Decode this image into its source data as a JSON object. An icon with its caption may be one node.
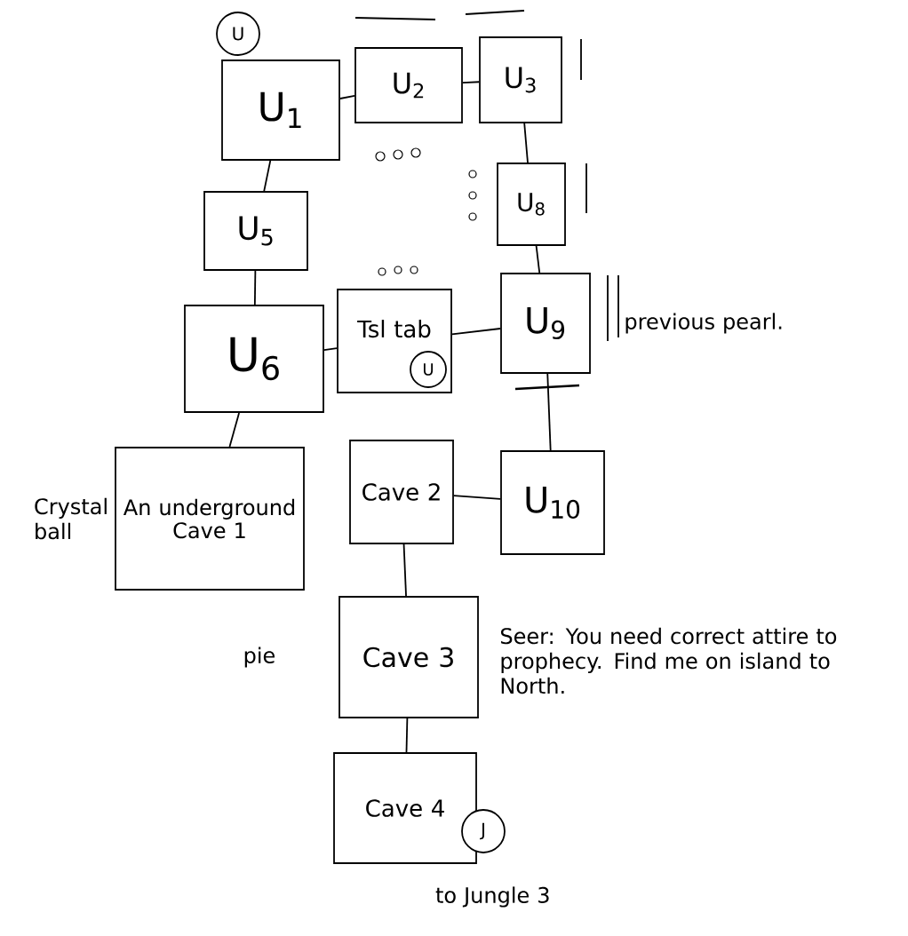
{
  "diagram": {
    "nodes": [
      {
        "text": [
          "U$_{1}$"
        ]
      },
      {
        "text": [
          "U$_{2}$"
        ]
      },
      {
        "text": [
          "U$_{3}$"
        ]
      },
      {
        "text": [
          "U$_{5}$"
        ]
      },
      {
        "text": [
          "U$_{8}$"
        ]
      },
      {
        "text": [
          "U$_{6}$"
        ]
      },
      {
        "text": [
          "Tsl tab"
        ]
      },
      {
        "text": [
          "U$_{9}$"
        ],
        "beside": [
          "previous pearl."
        ]
      },
      {
        "text": [
          "An underground Cave 1"
        ],
        "beside": [
          "Crystal ball"
        ]
      },
      {
        "text": [
          "Cave 2"
        ]
      },
      {
        "text": [
          "U$_{10}$"
        ]
      },
      {
        "text": [
          "Cave 3"
        ],
        "beside": [
          "pie",
          "Seer: You need correct attire to prophecy. Find me on island to North."
        ]
      },
      {
        "text": [
          "Cave 4"
        ]
      },
      {
        "text": [
          "U"
        ]
      },
      {
        "text": [
          "U"
        ],
        "in": 6
      },
      {
        "text": [
          "J"
        ],
        "beside": [
          "to Jungle 3"
        ]
      }
    ],
    "edges": [
      {
        "from": 0,
        "to": 1,
        "arrow": "none"
      },
      {
        "from": 1,
        "to": 2,
        "arrow": "none"
      },
      {
        "from": 0,
        "to": 3,
        "arrow": "none"
      },
      {
        "from": 2,
        "to": 4,
        "arrow": "none"
      },
      {
        "from": 3,
        "to": 5,
        "arrow": "none"
      },
      {
        "from": 4,
        "to": 7,
        "arrow": "none"
      },
      {
        "from": 5,
        "to": 6,
        "arrow": "none"
      },
      {
        "from": 6,
        "to": 7,
        "arrow": "none"
      },
      {
        "from": 5,
        "to": 8,
        "arrow": "none"
      },
      {
        "from": 7,
        "to": 10,
        "arrow": "none"
      },
      {
        "from": 10,
        "to": 9,
        "arrow": "none"
      },
      {
        "from": 9,
        "to": 11,
        "arrow": "none"
      },
      {
        "from": 11,
        "to": 12,
        "arrow": "none"
      }
    ]
  }
}
